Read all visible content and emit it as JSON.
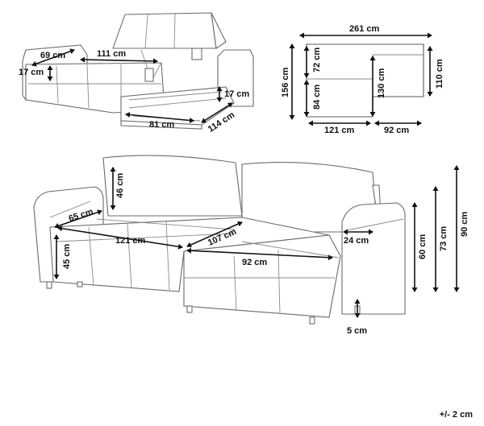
{
  "page": {
    "background": "#ffffff",
    "line_color": "#6b6b6b",
    "dimension_color": "#111111"
  },
  "storage_view": {
    "arm_depth": "69 cm",
    "seat_width": "111 cm",
    "arm_height": "17 cm",
    "box_height": "17 cm",
    "box_width": "81 cm",
    "box_depth": "114 cm"
  },
  "plan_view": {
    "total_width": "261 cm",
    "total_depth": "156 cm",
    "back_depth": "72 cm",
    "seat_depth": "84 cm",
    "chaise_depth": "130 cm",
    "chaise_total": "110 cm",
    "seat_width": "121 cm",
    "chaise_width": "92 cm"
  },
  "main_view": {
    "back_height": "46 cm",
    "seat_depth": "65 cm",
    "seat_width": "121 cm",
    "chaise_length": "107 cm",
    "chaise_width": "92 cm",
    "seat_height": "45 cm",
    "arm_width": "24 cm",
    "arm_height": "60 cm",
    "mid_height": "73 cm",
    "total_height": "90 cm",
    "leg_height": "5 cm"
  },
  "tolerance": "+/- 2 cm"
}
